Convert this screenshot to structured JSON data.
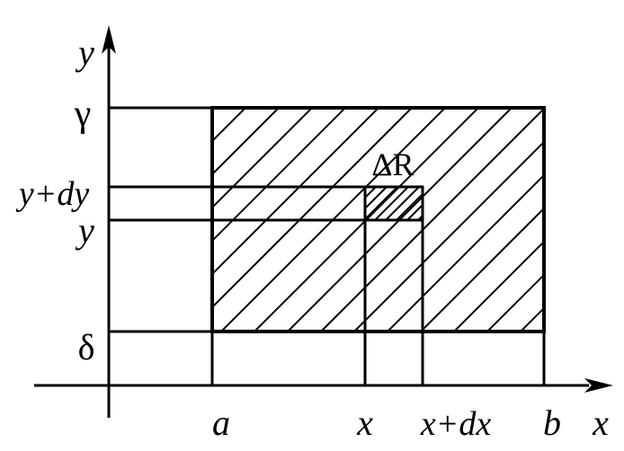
{
  "axes": {
    "x_label": "x",
    "y_label": "y"
  },
  "y_ticks": {
    "gamma": "γ",
    "y_plus_dy": "y+dy",
    "y": "y",
    "delta": "δ"
  },
  "x_ticks": {
    "a": "a",
    "x": "x",
    "x_plus_dx": "x+dx",
    "b": "b"
  },
  "element_label": "ΔR",
  "colors": {
    "ink": "#000000",
    "background": "#ffffff"
  }
}
